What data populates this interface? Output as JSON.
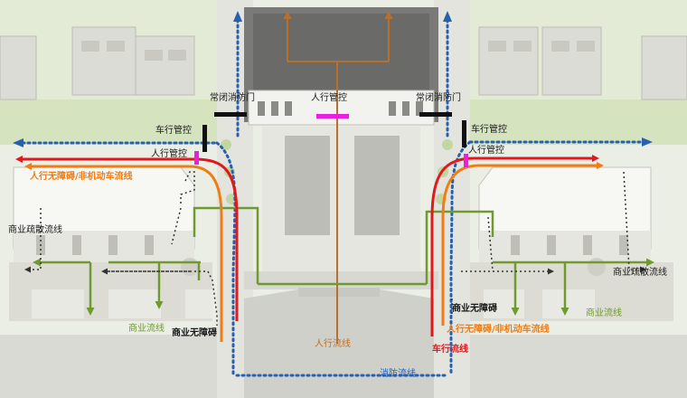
{
  "labels": {
    "fire_door_left": "常闭消防门",
    "fire_door_right": "常闭消防门",
    "pedestrian_control_top": "人行管控",
    "vehicle_control_left": "车行管控",
    "pedestrian_control_left": "人行管控",
    "vehicle_control_right": "车行管控",
    "pedestrian_control_right": "人行管控",
    "barrier_free_nonmotor_left": "人行无障碍/非机动车流线",
    "barrier_free_nonmotor_right": "人行无障碍/非机动车流线",
    "commercial_evac_left": "商业疏散流线",
    "commercial_evac_right": "商业疏散流线",
    "commercial_flow_left": "商业流线",
    "commercial_flow_right": "商业流线",
    "commercial_barrier_free_left": "商业无障碍",
    "commercial_barrier_free_right": "商业无障碍",
    "pedestrian_flow": "人行流线",
    "vehicle_flow": "车行流线",
    "fire_flow": "消防流线"
  },
  "colors": {
    "vehicle": "#e0191c",
    "barrier_free": "#f07d14",
    "pedestrian": "#b9702a",
    "commercial": "#6f9a2e",
    "fire": "#2860b0",
    "evacuation": "#333333",
    "control_mark": "#e81ee0"
  }
}
